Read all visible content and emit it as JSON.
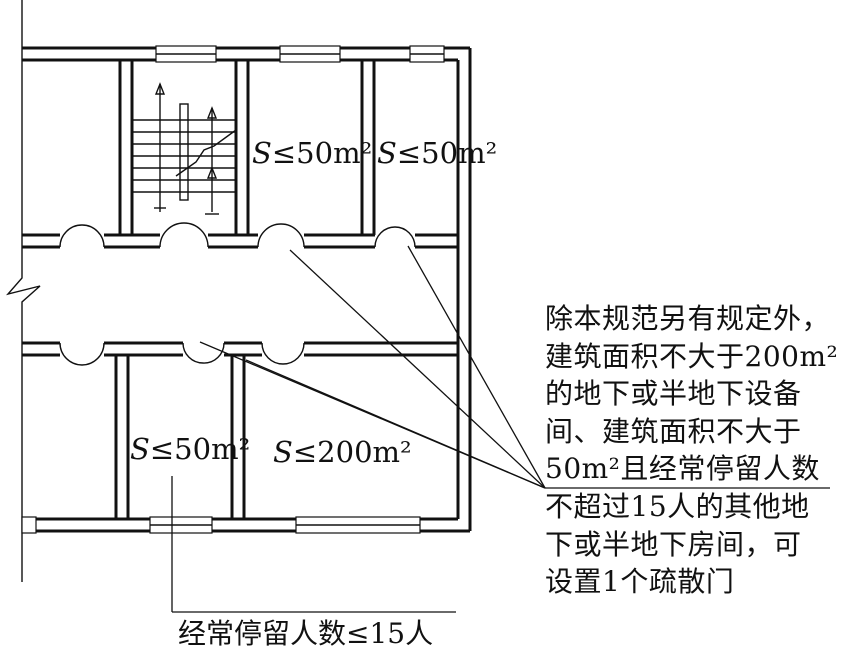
{
  "rooms": {
    "room_top_1": "S≤50m²",
    "room_top_2": "S≤50m²",
    "room_bottom_1": "S≤50m²",
    "room_bottom_2": "S≤200m²"
  },
  "callout": {
    "lines": [
      "除本规范另有规定外，",
      "建筑面积不大于200m²",
      "的地下或半地下设备",
      "间、建筑面积不大于",
      "50m²且经常停留人数",
      "不超过15人的其他地",
      "下或半地下房间，可",
      "设置1个疏散门"
    ]
  },
  "occupancy_note": "经常停留人数≤15人"
}
